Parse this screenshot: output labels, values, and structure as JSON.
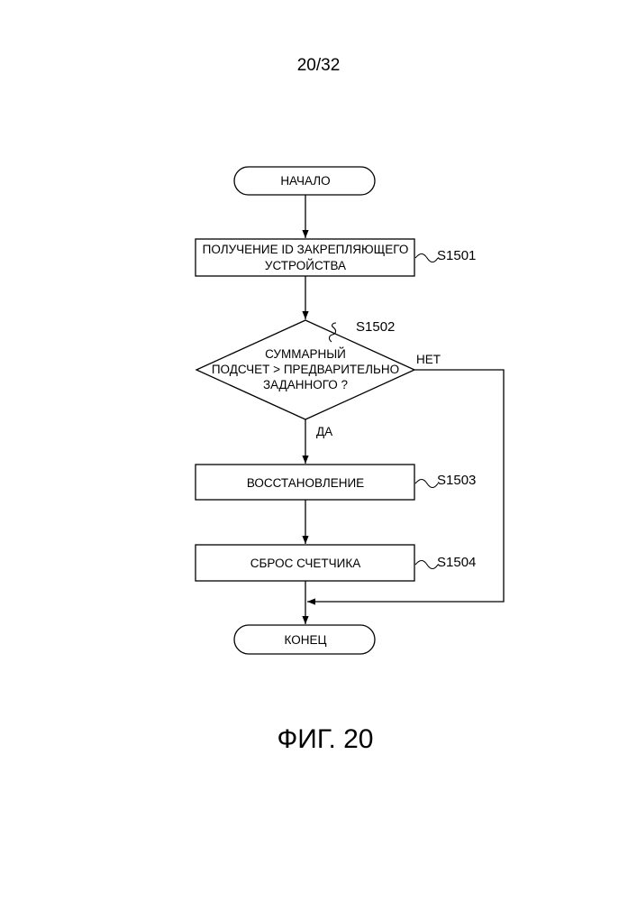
{
  "page_number": "20/32",
  "figure_caption": "ФИГ. 20",
  "nodes": {
    "start": {
      "label": "НАЧАЛО"
    },
    "s1501": {
      "lines": [
        "ПОЛУЧЕНИЕ ID ЗАКРЕПЛЯЮЩЕГО",
        "УСТРОЙСТВА"
      ],
      "step": "S1501"
    },
    "s1502": {
      "lines": [
        "СУММАРНЫЙ",
        "ПОДСЧЕТ > ПРЕДВАРИТЕЛЬНО",
        "ЗАДАННОГО ?"
      ],
      "step": "S1502",
      "yes": "ДА",
      "no": "НЕТ"
    },
    "s1503": {
      "label": "ВОССТАНОВЛЕНИЕ",
      "step": "S1503"
    },
    "s1504": {
      "label": "СБРОС СЧЕТЧИКА",
      "step": "S1504"
    },
    "end": {
      "label": "КОНЕЦ"
    }
  }
}
